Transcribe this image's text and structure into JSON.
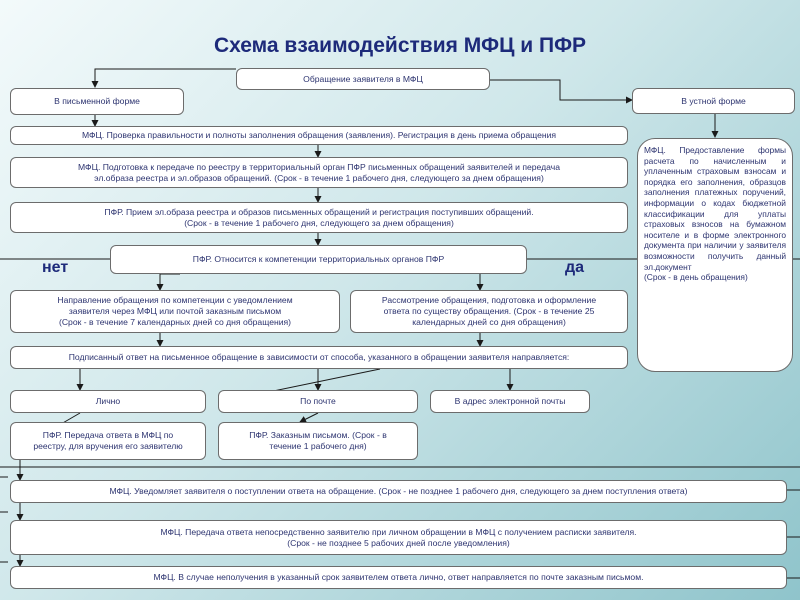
{
  "title": "Схема взаимодействия МФЦ и ПФР",
  "labels": {
    "no": "нет",
    "yes": "да"
  },
  "boxes": {
    "appeal": "Обращение заявителя в МФЦ",
    "written_form": "В письменной форме",
    "oral_form": "В устной форме",
    "check": "МФЦ. Проверка правильности и полноты заполнения обращения (заявления). Регистрация в день приема обращения",
    "prepare_line1": "МФЦ. Подготовка к передаче по реестру в территориальный орган ПФР письменных обращений заявителей и передача",
    "prepare_line2": "эл.образа реестра и эл.образов обращений. (Срок - в течение 1 рабочего дня, следующего за днем обращения)",
    "pfr_accept_line1": "ПФР. Прием эл.образа реестра и образов письменных обращений и регистрация поступивших обращений.",
    "pfr_accept_line2": "(Срок - в течение 1 рабочего дня, следующего за днем обращения)",
    "competence": "ПФР. Относится к компетенции территориальных органов ПФР",
    "redirect_line1": "Направление обращения по компетенции с уведомлением",
    "redirect_line2": "заявителя через МФЦ или почтой заказным письмом",
    "redirect_line3": "(Срок - в течение 7 календарных дней со дня обращения)",
    "consider_line1": "Рассмотрение обращения, подготовка и оформление",
    "consider_line2": "ответа по существу обращения. (Срок - в течение 25",
    "consider_line3": "календарных дней со дня обращения)",
    "signed_answer": "Подписанный ответ на письменное обращение в зависимости  от способа, указанного в обращении заявителя направляется:",
    "in_person": "Лично",
    "by_mail": "По почте",
    "by_email": "В адрес электронной почты",
    "pfr_to_mfc_line1": "ПФР. Передача ответа в МФЦ по",
    "pfr_to_mfc_line2": "реестру, для вручения его заявителю",
    "pfr_registered_line1": "ПФР. Заказным письмом. (Срок - в",
    "pfr_registered_line2": "течение 1 рабочего дня)",
    "mfc_notify": "МФЦ. Уведомляет заявителя о поступлении ответа на обращение. (Срок - не позднее 1 рабочего дня, следующего за днем поступления ответа)",
    "mfc_handover_line1": "МФЦ. Передача ответа непосредственно заявителю при личном обращении в МФЦ с получением расписки заявителя.",
    "mfc_handover_line2": "(Срок - не позднее 5 рабочих дней после уведомления)",
    "mfc_default": "МФЦ. В случае неполучения в указанный срок заявителем ответа лично, ответ направляется по почте заказным письмом."
  },
  "side_box": {
    "text": "МФЦ. Предоставление формы расчета по начисленным и уплаченным страховым взносам и порядка его заполнения, образцов заполнения платежных поручений, информации о кодах бюджетной классификации для уплаты страховых взносов на бумажном носителе и в форме электронного документа при наличии у заявителя возможности получить данный эл.документ",
    "deadline": "(Срок - в день обращения)"
  }
}
